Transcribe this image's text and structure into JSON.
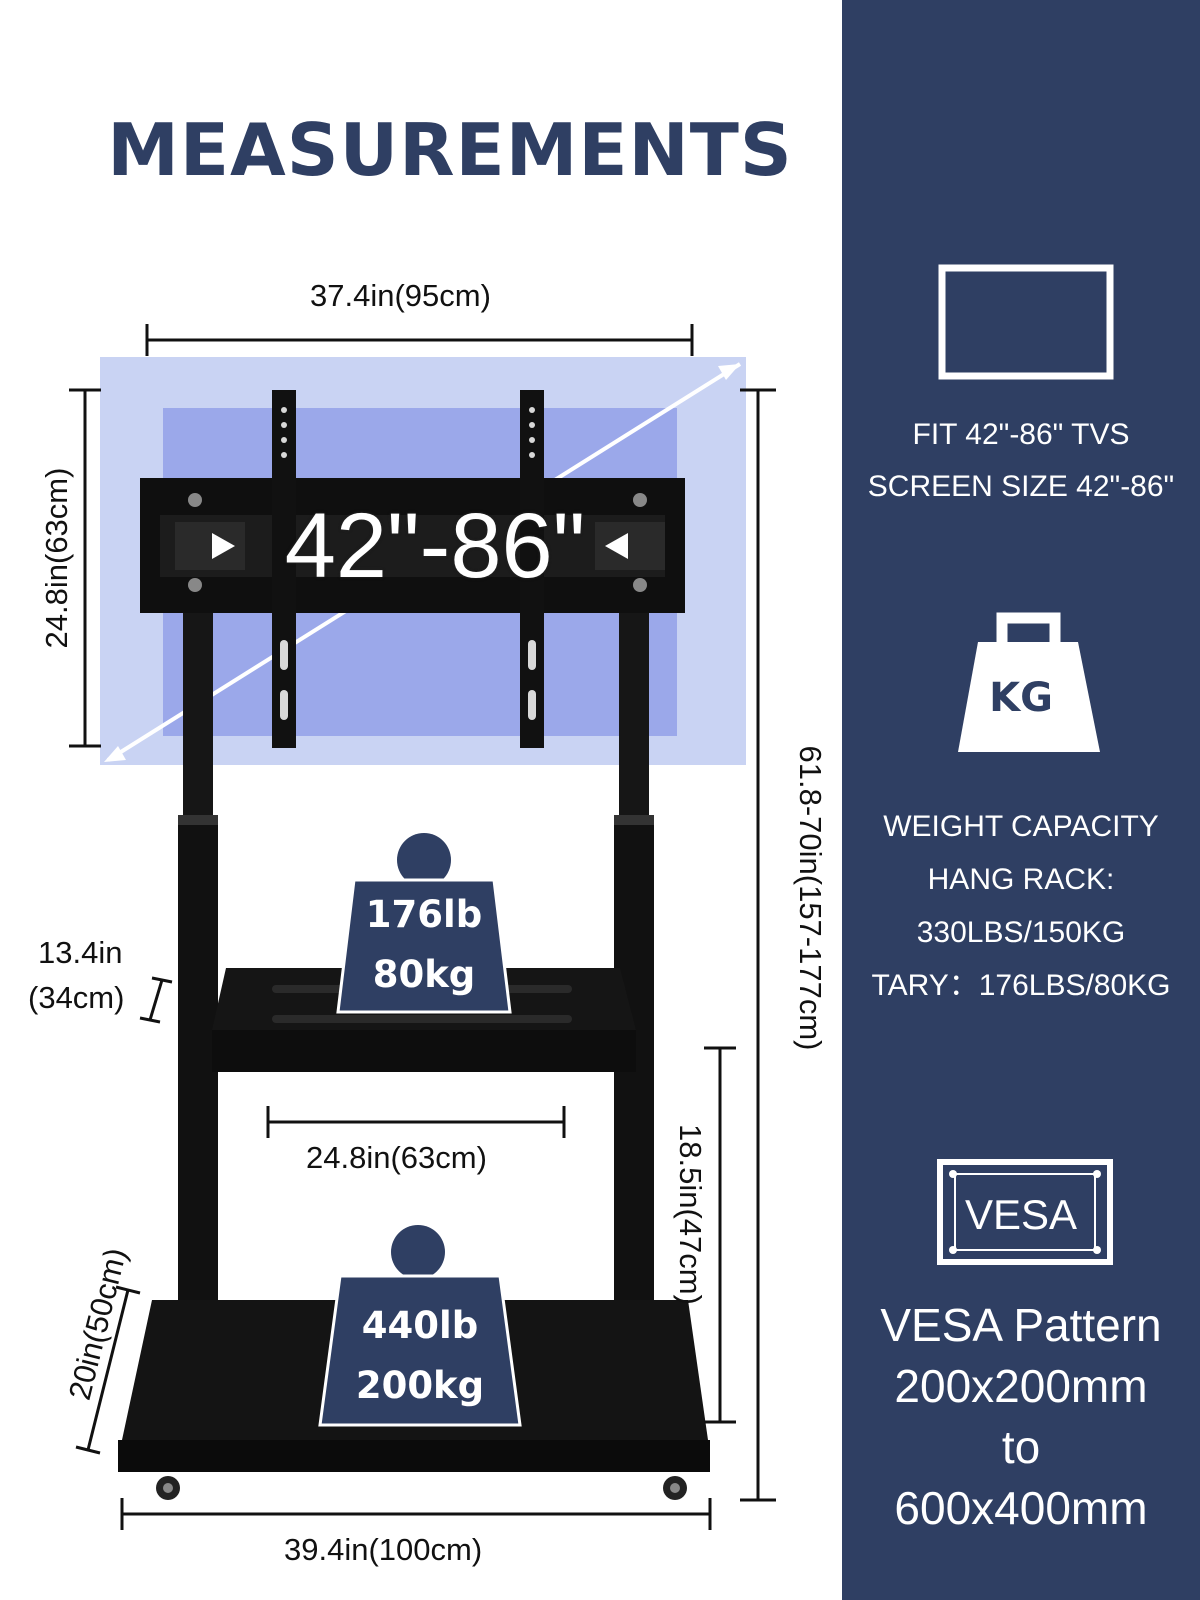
{
  "title": "MEASUREMENTS",
  "screen_size": "42\"-86\"",
  "dimensions": {
    "mount_width": "37.4in(95cm)",
    "screen_height": "24.8in(63cm)",
    "total_height": "61.8-70in(157-177cm)",
    "shelf_gap_line1": "13.4in",
    "shelf_gap_line2": "(34cm)",
    "shelf_width": "24.8in(63cm)",
    "lower_height": "18.5in(47cm)",
    "base_depth": "20in(50cm)",
    "base_width": "39.4in(100cm)"
  },
  "weights": {
    "shelf_lb": "176lb",
    "shelf_kg": "80kg",
    "base_lb": "440lb",
    "base_kg": "200kg"
  },
  "panel": {
    "tv_icon": "tv-screen-icon",
    "fit_line1": "FIT 42\"-86\" TVS",
    "fit_line2": "SCREEN SIZE 42\"-86\"",
    "kg_icon": "kettlebell-icon",
    "kg_label": "KG",
    "capacity_line1": "WEIGHT CAPACITY",
    "capacity_line2": "HANG RACK:",
    "capacity_line3": "330LBS/150KG",
    "capacity_line4": "TARY：176LBS/80KG",
    "vesa_icon": "vesa-plate-icon",
    "vesa_label": "VESA",
    "vesa_line1": "VESA Pattern",
    "vesa_line2": "200x200mm",
    "vesa_line3": "to",
    "vesa_line4": "600x400mm"
  },
  "colors": {
    "navy": "#2f3f63",
    "screen_outer": "#c9d3f3",
    "screen_inner": "#9ba8ea",
    "stand": "#111111"
  }
}
